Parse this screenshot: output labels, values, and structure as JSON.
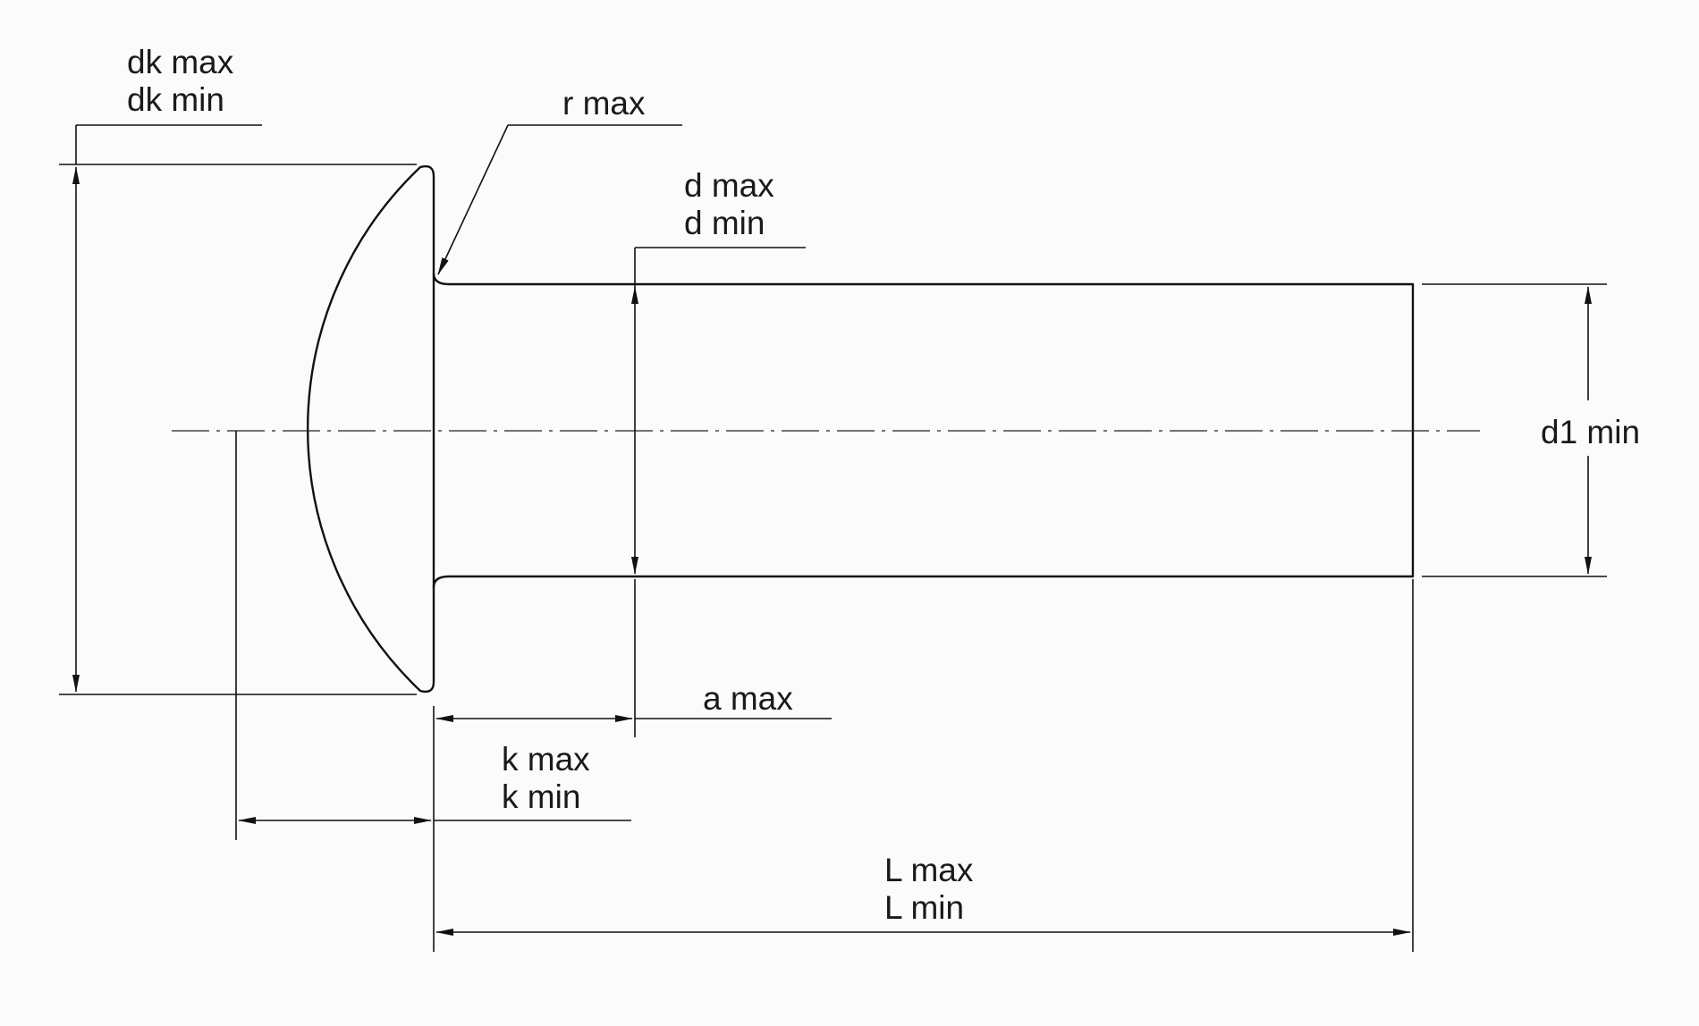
{
  "labels": {
    "dk_max": "dk max",
    "dk_min": "dk min",
    "r_max": "r max",
    "d_max": "d max",
    "d_min": "d min",
    "d1_min": "d1 min",
    "a_max": "a max",
    "k_max": "k max",
    "k_min": "k min",
    "L_max": "L max",
    "L_min": "L min"
  }
}
